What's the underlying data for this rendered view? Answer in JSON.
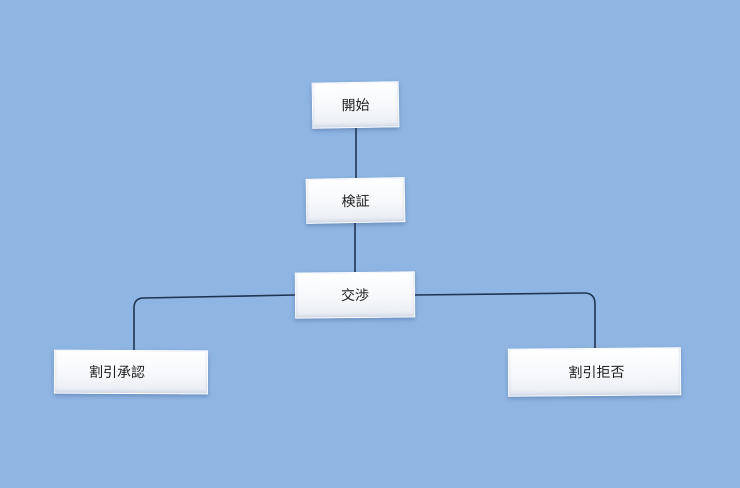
{
  "diagram": {
    "type": "flowchart",
    "nodes": [
      {
        "id": "start",
        "label": "開始"
      },
      {
        "id": "verify",
        "label": "検証"
      },
      {
        "id": "negotiate",
        "label": "交渉"
      },
      {
        "id": "approve",
        "label": "割引承認"
      },
      {
        "id": "reject",
        "label": "割引拒否"
      }
    ],
    "edges": [
      {
        "from": "start",
        "to": "verify"
      },
      {
        "from": "verify",
        "to": "negotiate"
      },
      {
        "from": "negotiate",
        "to": "approve"
      },
      {
        "from": "negotiate",
        "to": "reject"
      }
    ],
    "colors": {
      "background": "#8fb5e3",
      "node_fill": "#ffffff",
      "edge": "#1f3552",
      "text": "#1e1e1e"
    }
  }
}
